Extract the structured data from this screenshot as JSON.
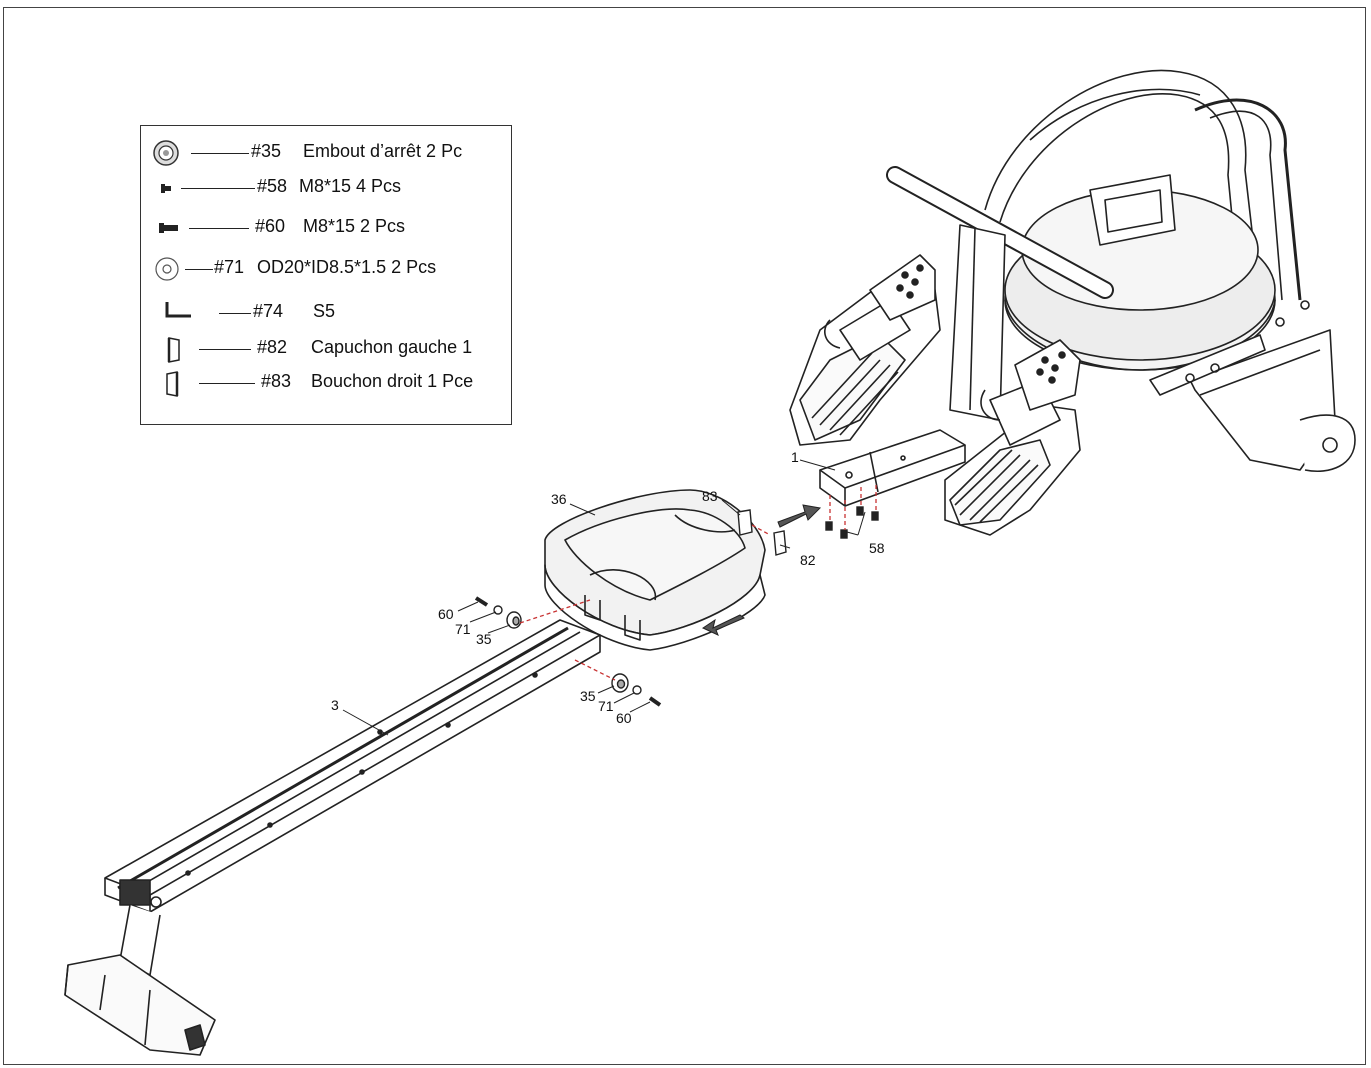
{
  "legend": {
    "items": [
      {
        "code": "#35",
        "desc": "Embout d’arrêt 2 Pc",
        "icon": "washer-cap-icon"
      },
      {
        "code": "#58",
        "desc": "M8*15  4 Pcs",
        "icon": "short-bolt-icon"
      },
      {
        "code": "#60",
        "desc": "M8*15   2 Pcs",
        "icon": "long-bolt-icon"
      },
      {
        "code": "#71",
        "desc": "OD20*ID8.5*1.5  2 Pcs",
        "icon": "washer-icon"
      },
      {
        "code": "#74",
        "desc": "S5",
        "icon": "allen-key-icon"
      },
      {
        "code": "#82",
        "desc": "Capuchon gauche 1",
        "icon": "left-cap-icon"
      },
      {
        "code": "#83",
        "desc": "Bouchon droit 1 Pce",
        "icon": "right-plug-icon"
      }
    ]
  },
  "callouts": {
    "c1": "1",
    "c36": "36",
    "c83": "83",
    "c82": "82",
    "c58": "58",
    "c60a": "60",
    "c71a": "71",
    "c35a": "35",
    "c35b": "35",
    "c71b": "71",
    "c60b": "60",
    "c3": "3"
  }
}
